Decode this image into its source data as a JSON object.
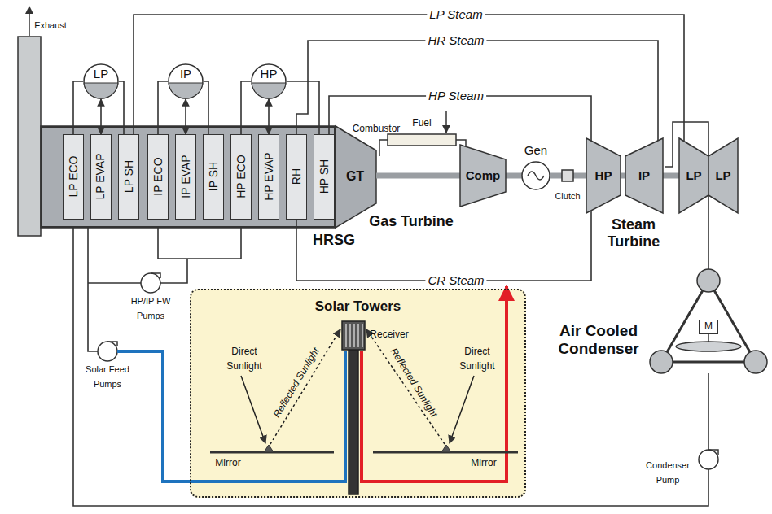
{
  "diagram": {
    "nodes": [
      {
        "text": [
          "LP"
        ]
      },
      {
        "text": [
          "IP"
        ]
      },
      {
        "text": [
          "HP"
        ]
      },
      {
        "text": [
          "HRSG"
        ]
      },
      {
        "text": [
          "LP ECO"
        ],
        "in": 3
      },
      {
        "text": [
          "LP EVAP"
        ],
        "in": 3
      },
      {
        "text": [
          "LP SH"
        ],
        "in": 3
      },
      {
        "text": [
          "IP ECO"
        ],
        "in": 3
      },
      {
        "text": [
          "IP EVAP"
        ],
        "in": 3
      },
      {
        "text": [
          "IP SH"
        ],
        "in": 3
      },
      {
        "text": [
          "HP ECO"
        ],
        "in": 3
      },
      {
        "text": [
          "HP EVAP"
        ],
        "in": 3
      },
      {
        "text": [
          "RH"
        ],
        "in": 3
      },
      {
        "text": [
          "HP SH"
        ],
        "in": 3
      },
      {
        "text": [
          "GT"
        ]
      },
      {
        "text": [
          "Comp"
        ]
      },
      {
        "text": [
          "Gen"
        ]
      },
      {
        "text": [
          "HP"
        ]
      },
      {
        "text": [
          "IP"
        ]
      },
      {
        "text": [
          "LP"
        ]
      },
      {
        "text": [
          "LP"
        ]
      },
      {
        "text": [
          "Solar Towers"
        ]
      },
      {
        "text": [
          "M"
        ]
      }
    ],
    "edges": [
      {
        "from": 6,
        "to": 19,
        "arrow": "none",
        "label": "LP Steam"
      },
      {
        "from": 12,
        "to": 18,
        "arrow": "none",
        "label": "HR Steam"
      },
      {
        "from": 13,
        "to": 17,
        "arrow": "none",
        "label": "HP Steam"
      },
      {
        "from": 17,
        "to": 12,
        "arrow": "none",
        "label": "CR Steam"
      },
      {
        "from": 0,
        "to": 5,
        "arrow": "both"
      },
      {
        "from": 1,
        "to": 8,
        "arrow": "both"
      },
      {
        "from": 2,
        "to": 11,
        "arrow": "both"
      },
      {
        "from": 4,
        "to": 0,
        "arrow": "none"
      },
      {
        "from": 7,
        "to": 1,
        "arrow": "none"
      },
      {
        "from": 10,
        "to": 2,
        "arrow": "none"
      },
      {
        "from": 0,
        "to": 6,
        "arrow": "none"
      },
      {
        "from": 1,
        "to": 9,
        "arrow": "none"
      },
      {
        "from": 2,
        "to": 13,
        "arrow": "none"
      }
    ],
    "labels": [
      "Exhaust",
      "Combustor",
      "Fuel",
      "Clutch",
      "Gas Turbine",
      "Steam Turbine",
      "HP/IP FW Pumps",
      "Solar Feed Pumps",
      "Receiver",
      "Direct Sunlight",
      "Direct Sunlight",
      "Reflected Sunlight",
      "Reflected Sunlight",
      "Mirror",
      "Mirror",
      "Air Cooled Condenser",
      "Condenser Pump"
    ]
  }
}
